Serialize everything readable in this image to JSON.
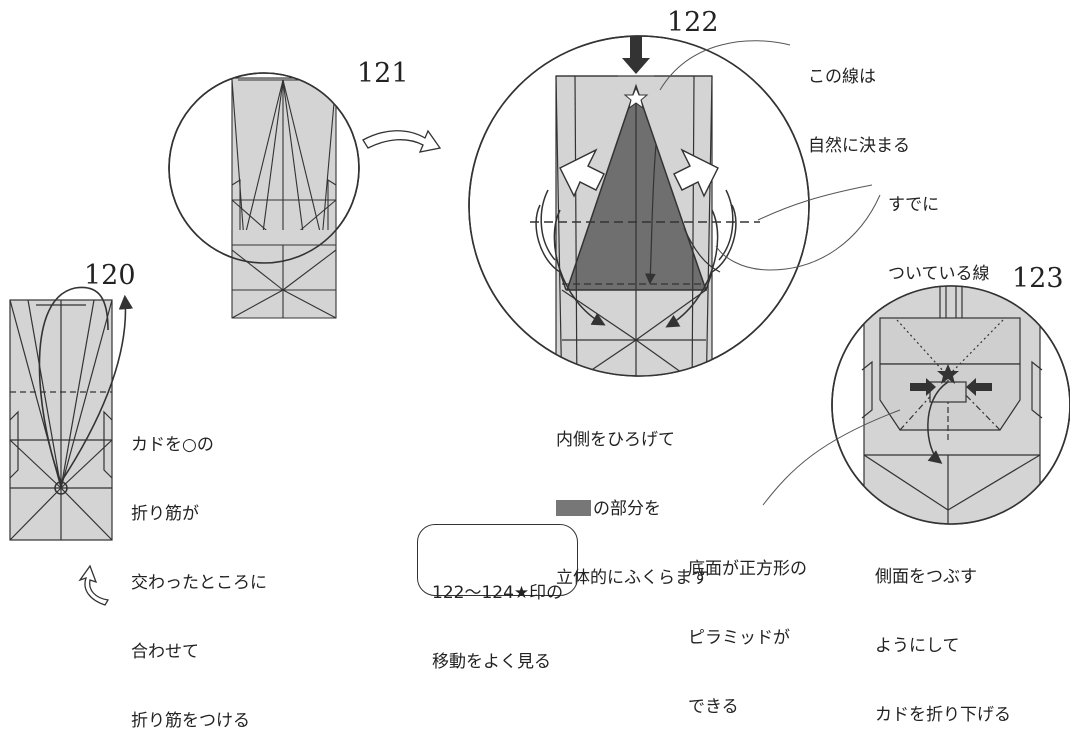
{
  "steps": {
    "s120": "120",
    "s121": "121",
    "s122": "122",
    "s123": "123"
  },
  "labels": {
    "step120_note": [
      "カドを○の",
      "折り筋が",
      "交わったところに",
      "合わせて",
      "折り筋をつける"
    ],
    "step122_top_note": [
      "この線は",
      "自然に決まる"
    ],
    "step122_right_note": [
      "すでに",
      "ついている線"
    ],
    "step122_bottom_note_line1": "内側をひろげて",
    "step122_bottom_note_line2": "の部分を",
    "step122_bottom_note_line3": "立体的にふくらます",
    "box_note": [
      "122～124★印の",
      "移動をよく見る"
    ],
    "pyramid_note": [
      "底面が正方形の",
      "ピラミッドが",
      "できる"
    ],
    "step123_note": [
      "側面をつぶす",
      "ようにして",
      "カドを折り下げる"
    ]
  },
  "colors": {
    "paper": "#d4d4d4",
    "highlight": "#6f6f6f",
    "line": "#333333"
  }
}
